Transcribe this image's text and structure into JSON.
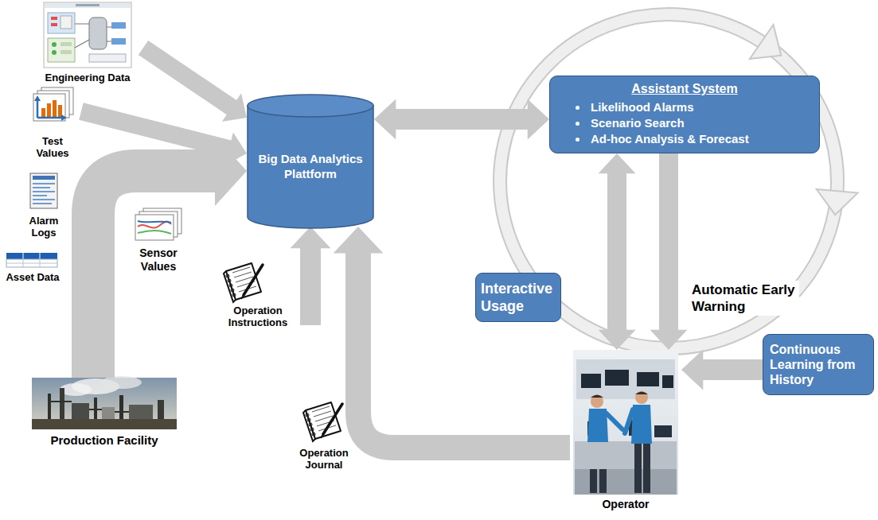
{
  "diagram": {
    "nodes": [
      {
        "text": [
          "Engineering Data"
        ]
      },
      {
        "text": [
          "Test Values"
        ]
      },
      {
        "text": [
          "Big Data Analytics Plattform"
        ]
      },
      {
        "text": [
          "Assistant System",
          "Likelihood Alarms",
          "Scenario Search",
          "Ad-hoc Analysis & Forecast"
        ]
      },
      {
        "text": [
          "Interactive Usage"
        ]
      },
      {
        "text": [
          "Operation Instructions"
        ]
      },
      {
        "text": [
          "Continuous Learning from History"
        ]
      },
      {
        "text": [
          "Production Facility"
        ]
      },
      {
        "text": [
          "Operator"
        ]
      }
    ],
    "edges": [
      {
        "from": 0,
        "to": 2,
        "arrow": "to"
      },
      {
        "from": 1,
        "to": 2,
        "arrow": "to"
      },
      {
        "from": 7,
        "to": 2,
        "arrow": "to"
      },
      {
        "from": 5,
        "to": 2,
        "arrow": "to"
      },
      {
        "from": 8,
        "to": 2,
        "arrow": "to"
      },
      {
        "from": 2,
        "to": 3,
        "arrow": "both"
      },
      {
        "from": 3,
        "to": 8,
        "arrow": "both"
      },
      {
        "from": 3,
        "to": 8,
        "label": "Automatic Early Warning",
        "arrow": "to"
      },
      {
        "from": 6,
        "to": 8,
        "arrow": "to"
      }
    ],
    "labels": [
      "Alarm Logs",
      "Sensor Values",
      "Asset Data",
      "Operation Journal"
    ]
  }
}
